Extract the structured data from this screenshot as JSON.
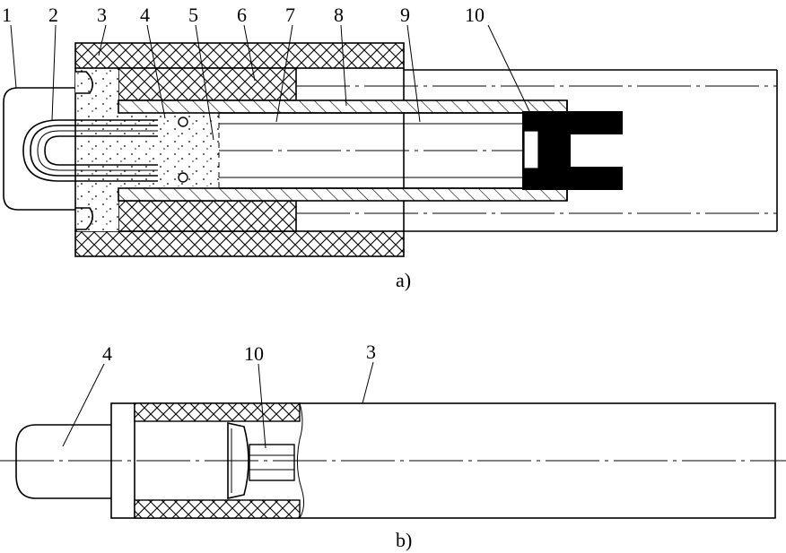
{
  "figure_a": {
    "caption": "a)",
    "labels": [
      "1",
      "2",
      "3",
      "4",
      "5",
      "6",
      "7",
      "8",
      "9",
      "10"
    ]
  },
  "figure_b": {
    "caption": "b)",
    "labels": [
      "4",
      "10",
      "3"
    ]
  },
  "colors": {
    "ink": "#000000",
    "paper": "#ffffff"
  }
}
